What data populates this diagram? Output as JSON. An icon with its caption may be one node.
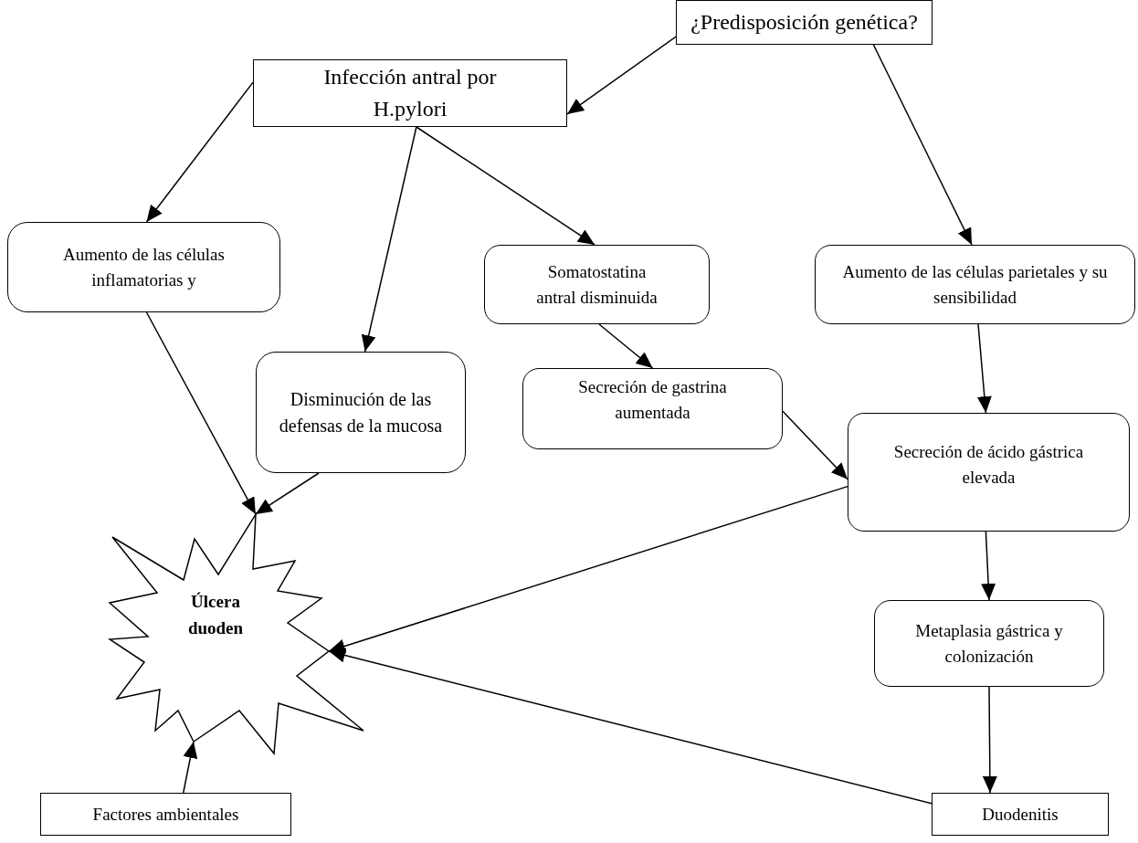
{
  "diagram": {
    "nodes": [
      {
        "text": [
          "¿Predisposición genética?"
        ]
      },
      {
        "text": [
          "Infección antral por H.pylori"
        ]
      },
      {
        "text": [
          "Aumento de las células inflamatorias y"
        ]
      },
      {
        "text": [
          "Disminución de las defensas de la mucosa"
        ]
      },
      {
        "text": [
          "Somatostatina antral disminuida"
        ]
      },
      {
        "text": [
          "Secreción de gastrina aumentada"
        ]
      },
      {
        "text": [
          "Aumento de las células parietales y su sensibilidad"
        ]
      },
      {
        "text": [
          "Secreción de ácido gástrica elevada"
        ]
      },
      {
        "text": [
          "Metaplasia gástrica y colonización"
        ]
      },
      {
        "text": [
          "Duodenitis"
        ]
      },
      {
        "text": [
          "Factores ambientales"
        ]
      },
      {
        "text": [
          "Úlcera duoden"
        ]
      }
    ],
    "edges": [
      {
        "from": 1,
        "to": 2,
        "arrow": "to"
      },
      {
        "from": 0,
        "to": 1,
        "arrow": "to"
      },
      {
        "from": 1,
        "to": 3,
        "arrow": "to"
      },
      {
        "from": 1,
        "to": 4,
        "arrow": "to"
      },
      {
        "from": 0,
        "to": 6,
        "arrow": "to"
      },
      {
        "from": 4,
        "to": 5,
        "arrow": "to"
      },
      {
        "from": 6,
        "to": 7,
        "arrow": "to"
      },
      {
        "from": 5,
        "to": 7,
        "arrow": "to"
      },
      {
        "from": 2,
        "to": 11,
        "arrow": "to"
      },
      {
        "from": 3,
        "to": 11,
        "arrow": "to"
      },
      {
        "from": 7,
        "to": 11,
        "arrow": "to"
      },
      {
        "from": 7,
        "to": 8,
        "arrow": "to"
      },
      {
        "from": 8,
        "to": 9,
        "arrow": "to"
      },
      {
        "from": 9,
        "to": 11,
        "arrow": "to"
      },
      {
        "from": 10,
        "to": 11,
        "arrow": "to"
      }
    ]
  }
}
